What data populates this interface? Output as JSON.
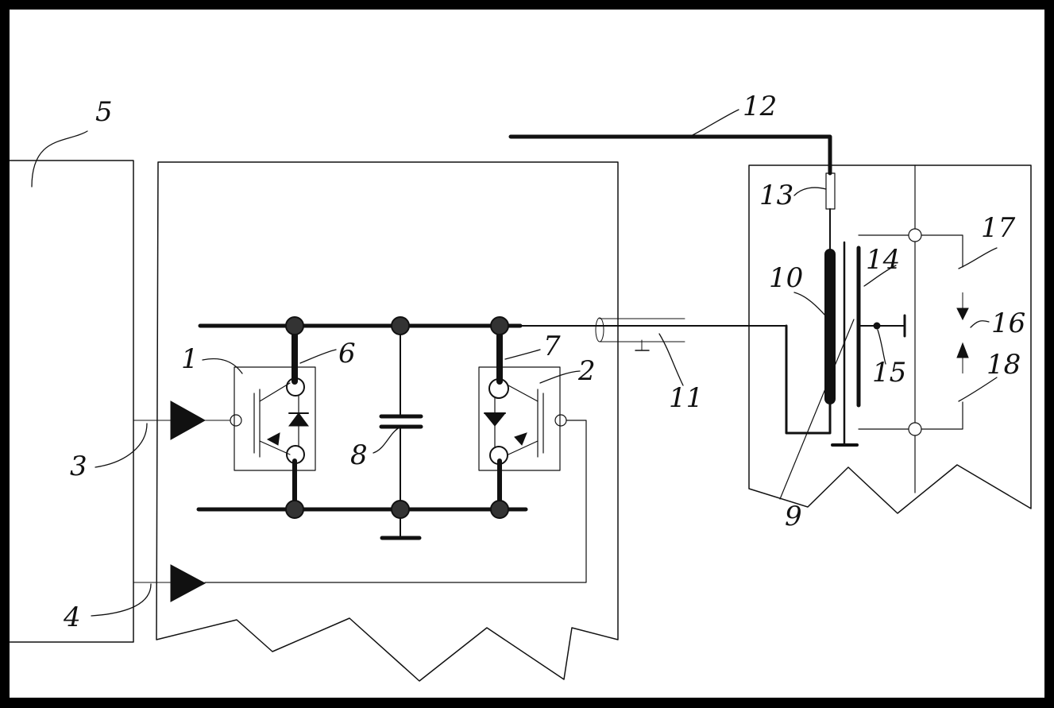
{
  "labels": {
    "l1": "1",
    "l2": "2",
    "l3": "3",
    "l4": "4",
    "l5": "5",
    "l6": "6",
    "l7": "7",
    "l8": "8",
    "l9": "9",
    "l10": "10",
    "l11": "11",
    "l12": "12",
    "l13": "13",
    "l14": "14",
    "l15": "15",
    "l16": "16",
    "l17": "17",
    "l18": "18"
  },
  "colors": {
    "ink": "#111111",
    "paper": "#ffffff",
    "border": "#000000"
  }
}
